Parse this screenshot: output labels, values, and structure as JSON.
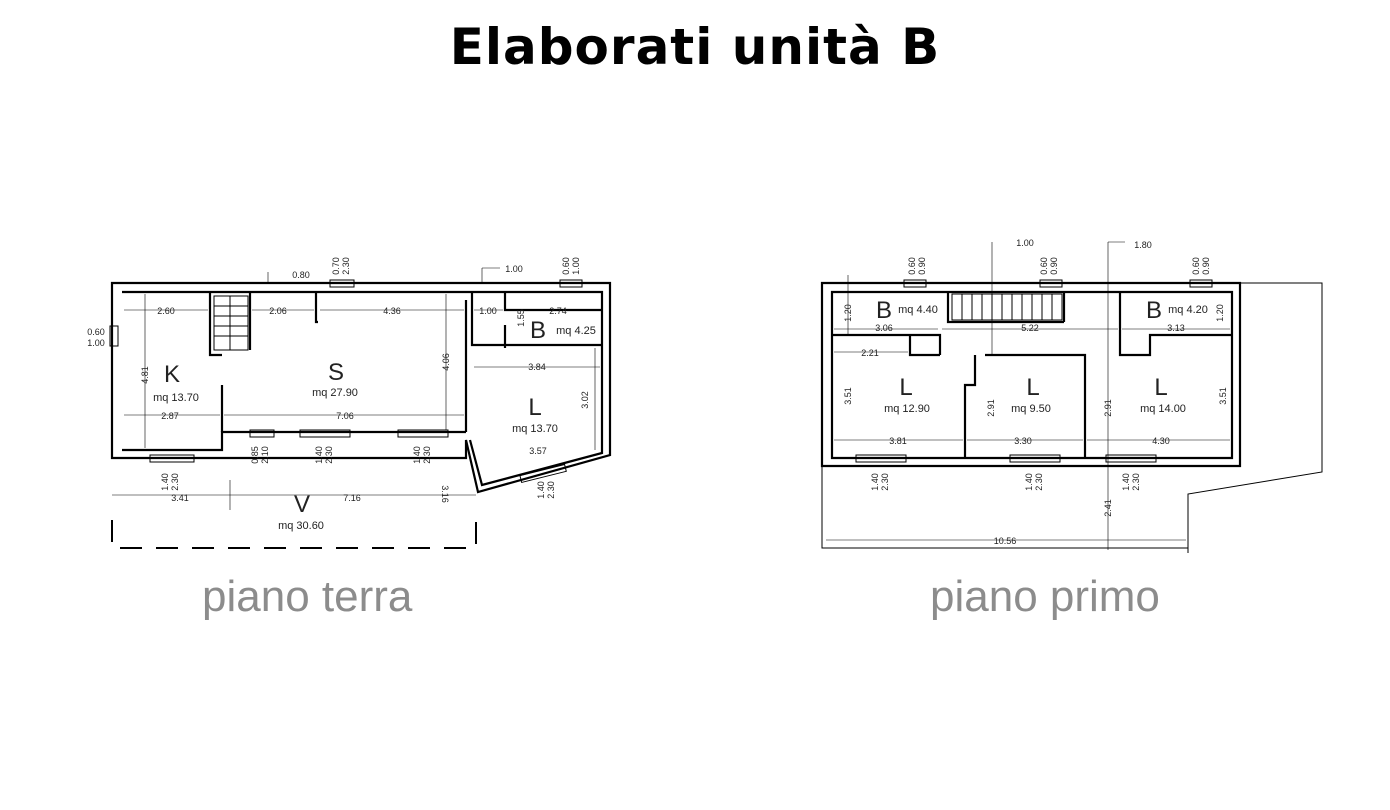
{
  "title": "Elaborati unità B",
  "ground_floor": {
    "caption": "piano terra",
    "rooms": [
      {
        "letter": "K",
        "area": "mq 13.70"
      },
      {
        "letter": "S",
        "area": "mq 27.90"
      },
      {
        "letter": "B",
        "area": "mq 4.25"
      },
      {
        "letter": "L",
        "area": "mq 13.70"
      },
      {
        "letter": "V",
        "area": "mq 30.60"
      }
    ],
    "dims": [
      "2.60",
      "2.06",
      "4.36",
      "1.00",
      "2.74",
      "4.81",
      "2.87",
      "7.06",
      "4.06",
      "1.55",
      "3.84",
      "3.02",
      "3.57",
      "3.41",
      "7.16",
      "3.16",
      "0.80",
      "1.00",
      "0.70",
      "2.30",
      "0.60",
      "1.00",
      "0.60",
      "1.00",
      "0.85",
      "2.10",
      "1.40",
      "2.30",
      "1.40",
      "2.30",
      "1.40",
      "2.30",
      "1.40",
      "2.30"
    ]
  },
  "first_floor": {
    "caption": "piano primo",
    "rooms": [
      {
        "letter": "B",
        "area": "mq 4.40"
      },
      {
        "letter": "B",
        "area": "mq 4.20"
      },
      {
        "letter": "L",
        "area": "mq 12.90"
      },
      {
        "letter": "L",
        "area": "mq 9.50"
      },
      {
        "letter": "L",
        "area": "mq 14.00"
      }
    ],
    "dims": [
      "1.00",
      "1.80",
      "1.20",
      "3.06",
      "5.22",
      "3.13",
      "1.20",
      "2.21",
      "3.51",
      "2.91",
      "2.91",
      "3.51",
      "3.81",
      "3.30",
      "4.30",
      "2.41",
      "10.56",
      "0.60",
      "0.90",
      "0.60",
      "0.90",
      "0.60",
      "0.90",
      "1.40",
      "2.30",
      "1.40",
      "2.30",
      "1.40",
      "2.30"
    ]
  }
}
